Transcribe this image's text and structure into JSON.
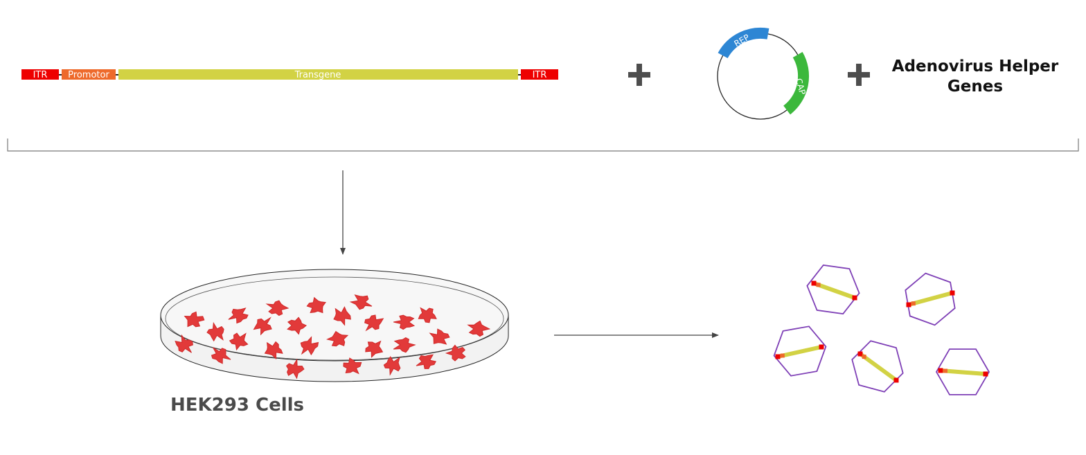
{
  "construct": {
    "itr_left": "ITR",
    "promotor": "Promotor",
    "transgene": "Transgene",
    "itr_right": "ITR"
  },
  "plasmid": {
    "rep": "REP",
    "cap": "CAP"
  },
  "helper": {
    "line1": "Adenovirus Helper",
    "line2": "Genes"
  },
  "cells_label": "HEK293 Cells",
  "colors": {
    "itr": "#ee0000",
    "promotor": "#ee6a2b",
    "transgene": "#d2d244",
    "rep": "#2d86d4",
    "cap": "#3cb83c",
    "cell": "#e23a3a",
    "capsid": "#7e3fb6",
    "line": "#555555"
  },
  "icons": {
    "plus": "plus-icon",
    "arrow": "arrow-icon"
  }
}
